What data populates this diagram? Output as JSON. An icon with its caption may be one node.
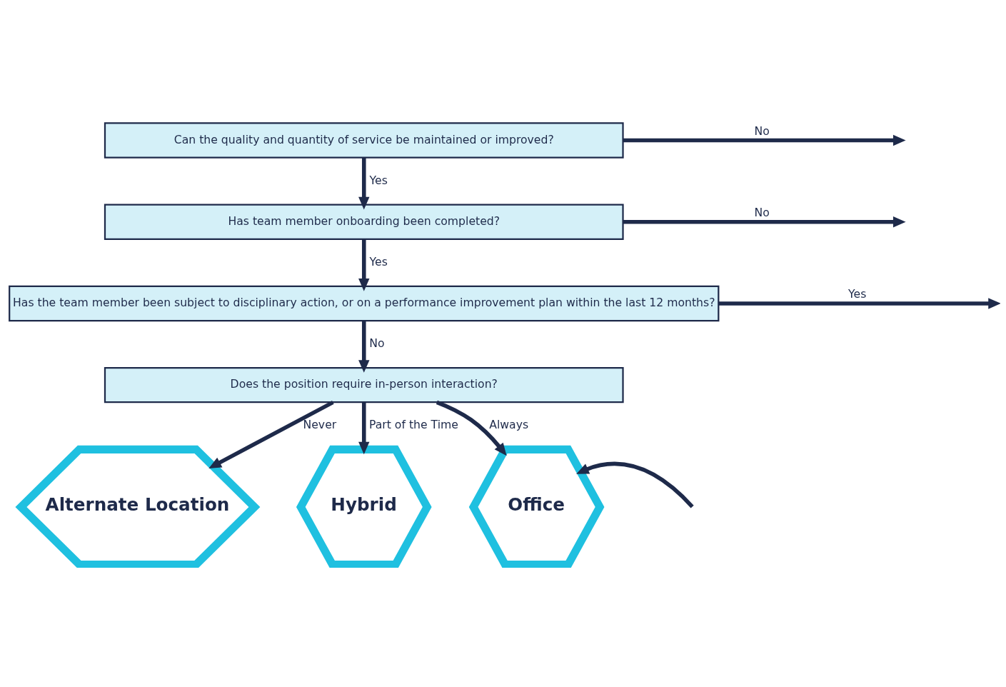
{
  "diagram": {
    "nodes": [
      {
        "text": [
          "Can the quality and quantity of service be maintained or improved?"
        ]
      },
      {
        "text": [
          "Has team member onboarding been completed?"
        ]
      },
      {
        "text": [
          "Has the team member been subject to disciplinary action, or on a performance improvement plan within the last 12 months?"
        ]
      },
      {
        "text": [
          "Does the position require in-person interaction?"
        ]
      },
      {
        "text": [
          "Alternate Location"
        ]
      },
      {
        "text": [
          "Hybrid"
        ]
      },
      {
        "text": [
          "Office"
        ]
      }
    ],
    "edges": [
      {
        "from": 0,
        "to": 1,
        "arrow": "to",
        "label": "Yes"
      },
      {
        "from": 0,
        "to": null,
        "arrow": "to",
        "label": "No"
      },
      {
        "from": 1,
        "to": 2,
        "arrow": "to",
        "label": "Yes"
      },
      {
        "from": 1,
        "to": null,
        "arrow": "to",
        "label": "No"
      },
      {
        "from": 2,
        "to": 3,
        "arrow": "to",
        "label": "No"
      },
      {
        "from": 2,
        "to": null,
        "arrow": "to",
        "label": "Yes"
      },
      {
        "from": 3,
        "to": 4,
        "arrow": "to",
        "label": "Never"
      },
      {
        "from": 3,
        "to": 5,
        "arrow": "to",
        "label": "Part of the Time"
      },
      {
        "from": 3,
        "to": 6,
        "arrow": "to",
        "label": "Always"
      },
      {
        "from": null,
        "to": 6,
        "arrow": "to"
      }
    ]
  }
}
